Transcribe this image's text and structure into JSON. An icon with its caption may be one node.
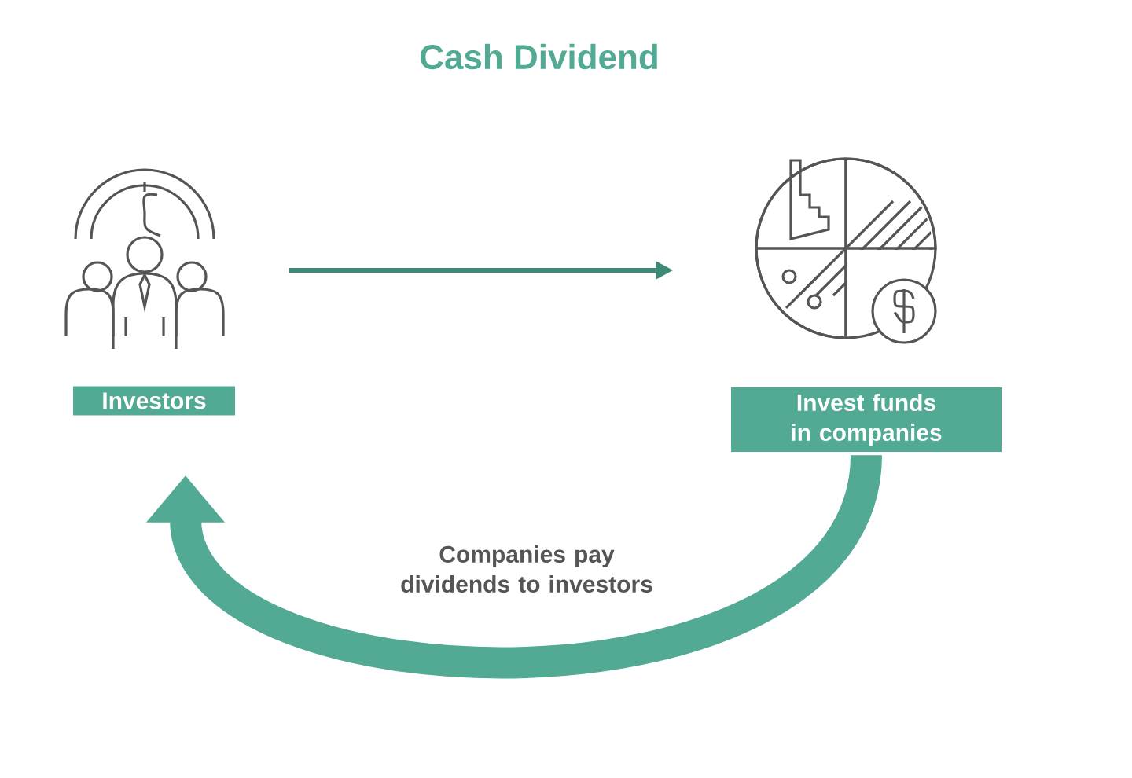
{
  "diagram": {
    "title": "Cash Dividend",
    "nodes": [
      {
        "text": [],
        "shape": "picture"
      },
      {
        "text": [
          "Investors"
        ]
      },
      {
        "text": [],
        "shape": "picture"
      },
      {
        "text": [
          "Invest funds in companies"
        ]
      }
    ],
    "edges": [
      {
        "from": 0,
        "to": 2,
        "arrow": "to"
      },
      {
        "from": 3,
        "to": 1,
        "arrow": "to",
        "style": "thick",
        "label": "Companies pay dividends to investors"
      }
    ]
  }
}
